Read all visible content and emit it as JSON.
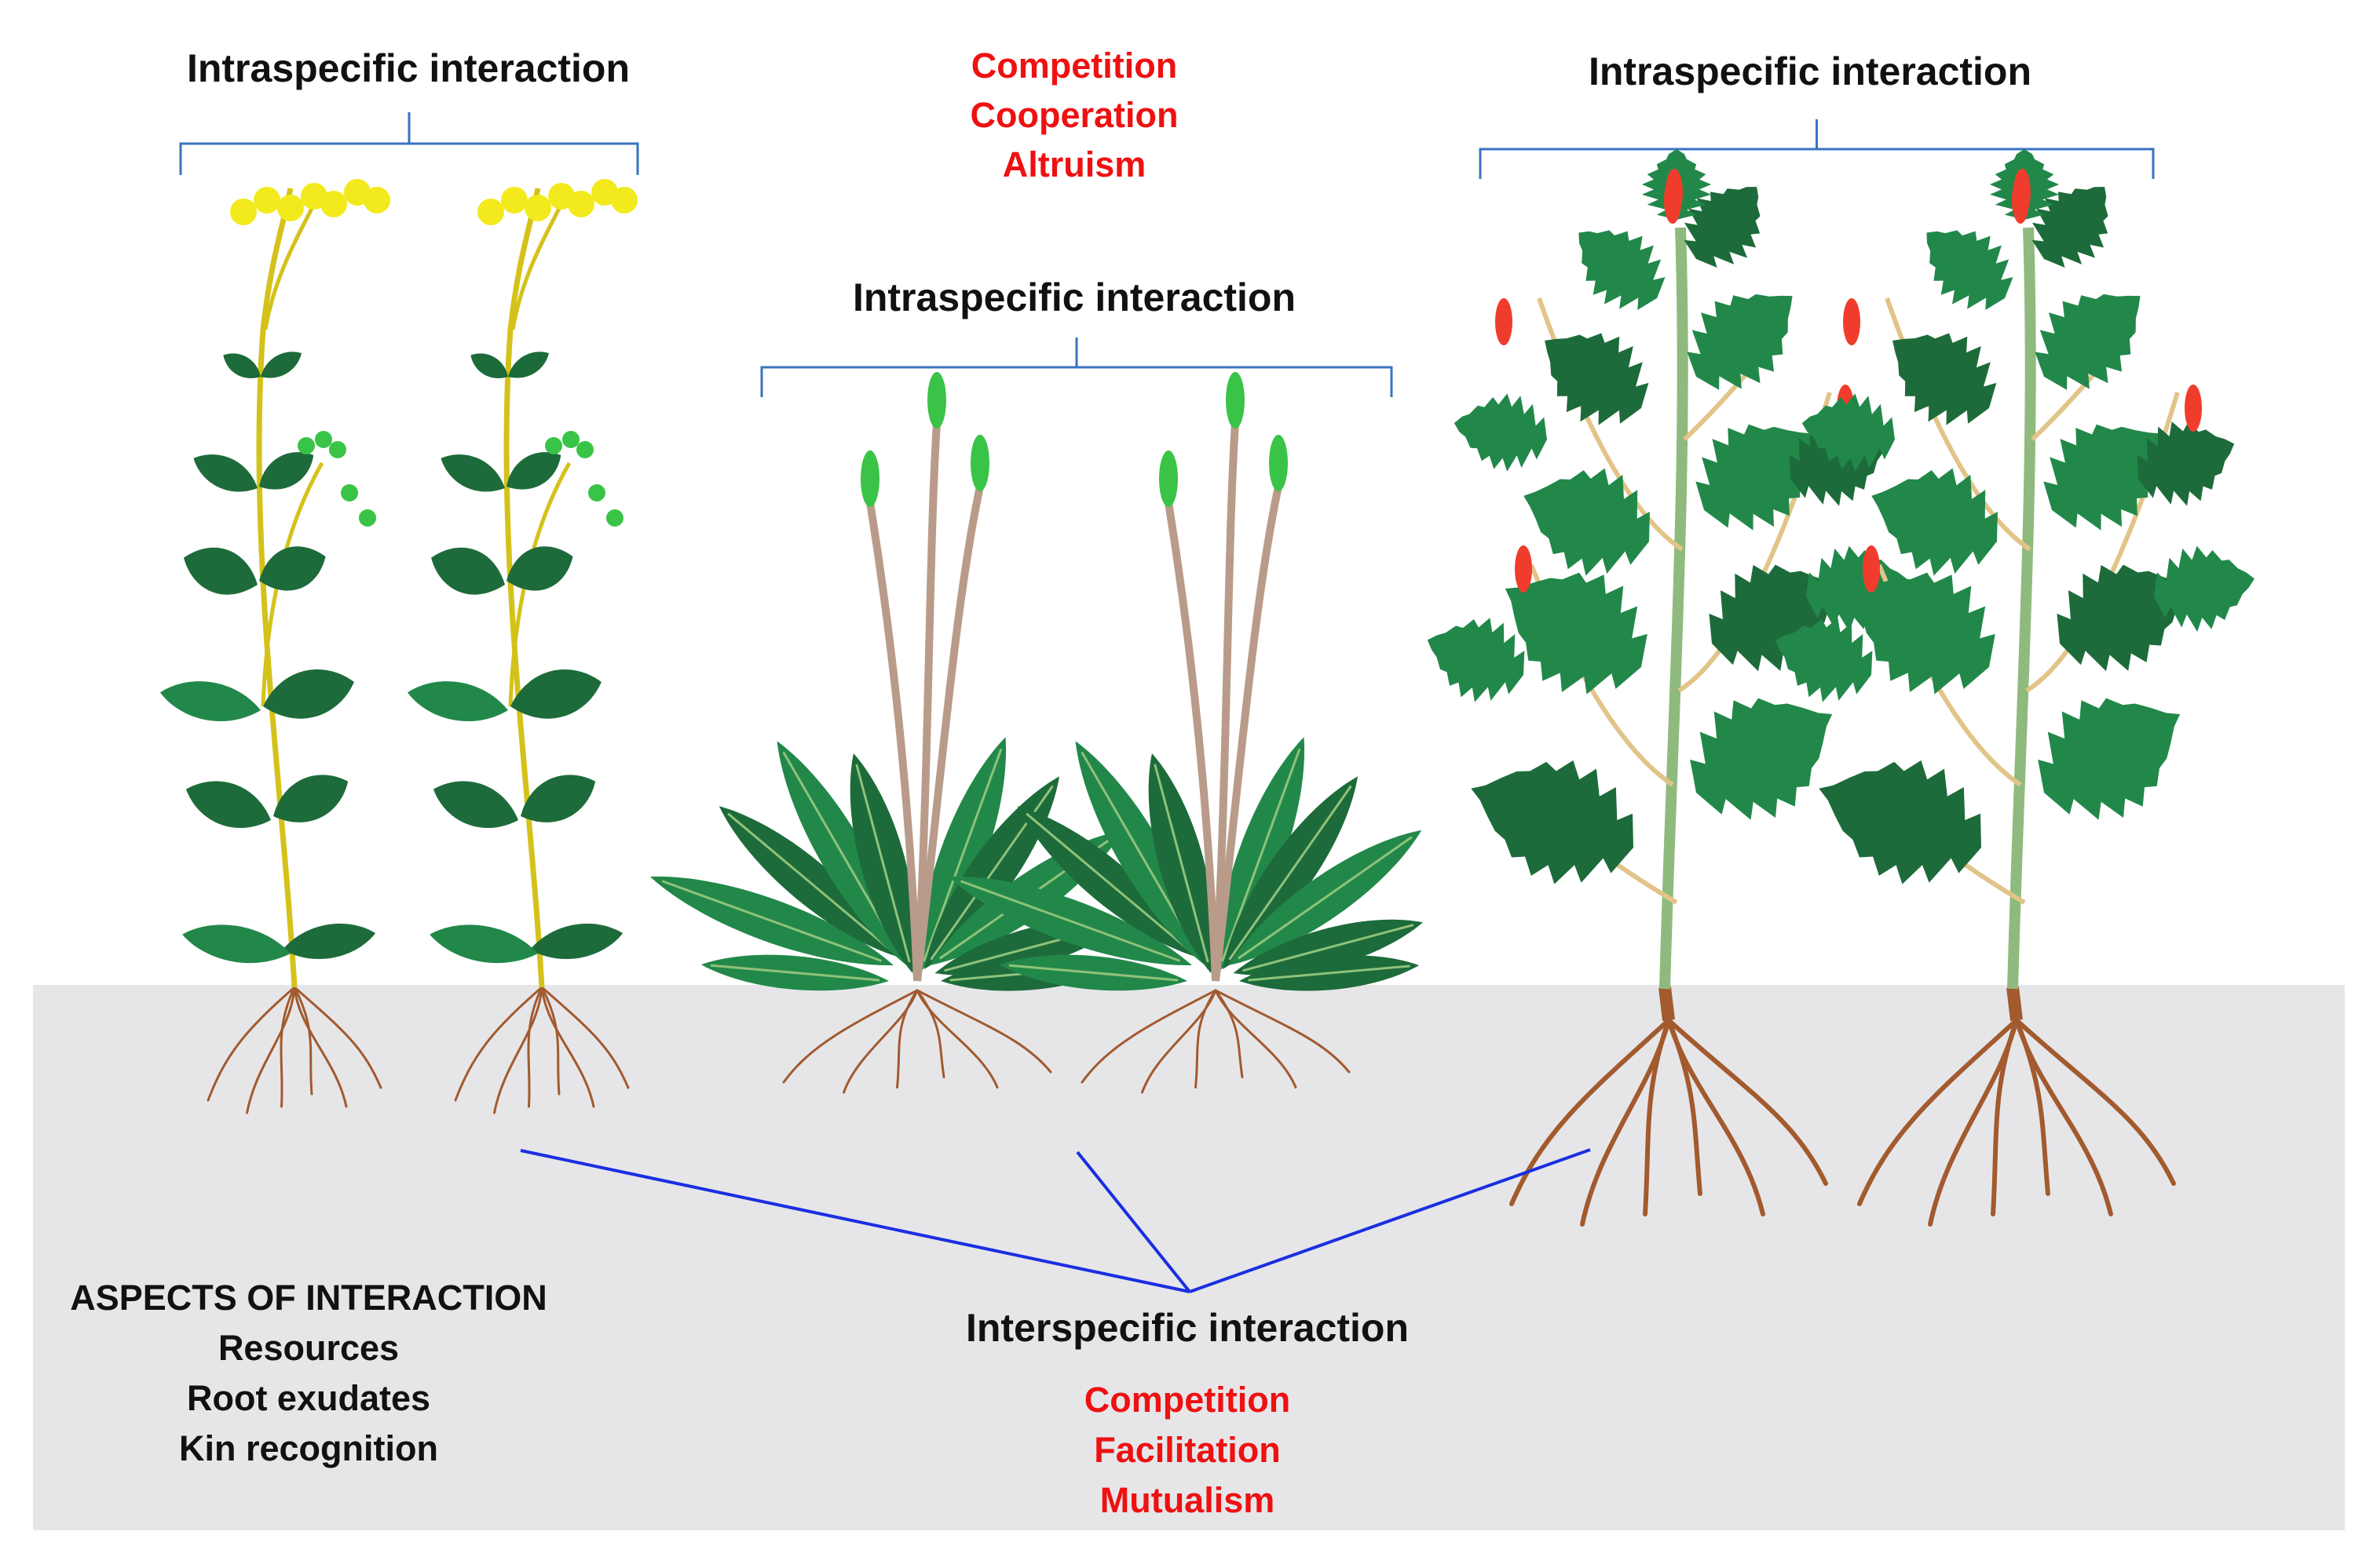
{
  "colors": {
    "soil": "#e6e6e9",
    "bracket": "#3a73c2",
    "connector": "#1a2fe0",
    "label_black": "#111111",
    "label_red": "#ee1111",
    "leaf_dark": "#1d6b3a",
    "leaf_mid": "#22884a",
    "stem_yellow": "#d4c21a",
    "flower_yellow": "#f2ea1c",
    "stem_tan": "#b99b8a",
    "bud_green": "#39c447",
    "stem_sage": "#8fba7d",
    "flower_red": "#f03c2c",
    "root_brown": "#a25a2e"
  },
  "labels": {
    "intra_left": "Intraspecific interaction",
    "intra_center": "Intraspecific interaction",
    "intra_right": "Intraspecific interaction",
    "intra_modes": [
      "Competition",
      "Cooperation",
      "Altruism"
    ],
    "aspects_title": "ASPECTS OF INTERACTION",
    "aspects_items": [
      "Resources",
      "Root exudates",
      "Kin recognition"
    ],
    "inter_title": "Interspecific interaction",
    "inter_modes": [
      "Competition",
      "Facilitation",
      "Mutualism"
    ]
  },
  "plants": {
    "left_species": "yellow-flowered-herb",
    "center_species": "plantain-rosette",
    "right_species": "red-flowered-nettle"
  }
}
